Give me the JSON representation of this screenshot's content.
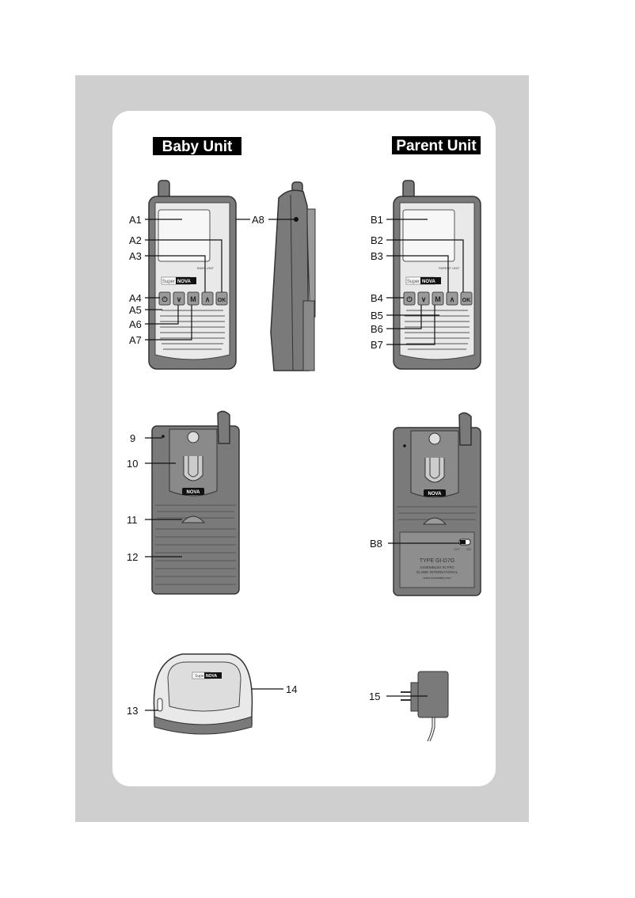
{
  "titles": {
    "baby": "Baby Unit",
    "parent": "Parent Unit"
  },
  "logo": {
    "super": "Super",
    "nova": "NOVA"
  },
  "screen_text": {
    "baby": "BABY UNIT",
    "parent": "PARENT UNIT"
  },
  "buttons": {
    "power": "⏻",
    "down": "∨",
    "menu": "M",
    "up": "∧",
    "ok": "OK"
  },
  "baby_front_labels": [
    "A1",
    "A2",
    "A3",
    "A4",
    "A5",
    "A6",
    "A7"
  ],
  "side_label": "A8",
  "parent_front_labels": [
    "B1",
    "B2",
    "B3",
    "B4",
    "B5",
    "B6",
    "B7"
  ],
  "back_labels": [
    "9",
    "10",
    "11",
    "12"
  ],
  "parent_back_label": "B8",
  "rating_label": {
    "type": "TYPE GI-D7G",
    "assembled": "ASSEMBLED IN PRC",
    "company": "GLOBE INTERNATIONAL",
    "web": "www.novababy.com",
    "switch_off": "OFF",
    "switch_on": "ON"
  },
  "accessory_labels": [
    "13",
    "14",
    "15"
  ],
  "colors": {
    "page": "#cfcfcf",
    "card": "#ffffff",
    "unit_body": "#7a7a7a",
    "title_bg": "#000000"
  }
}
